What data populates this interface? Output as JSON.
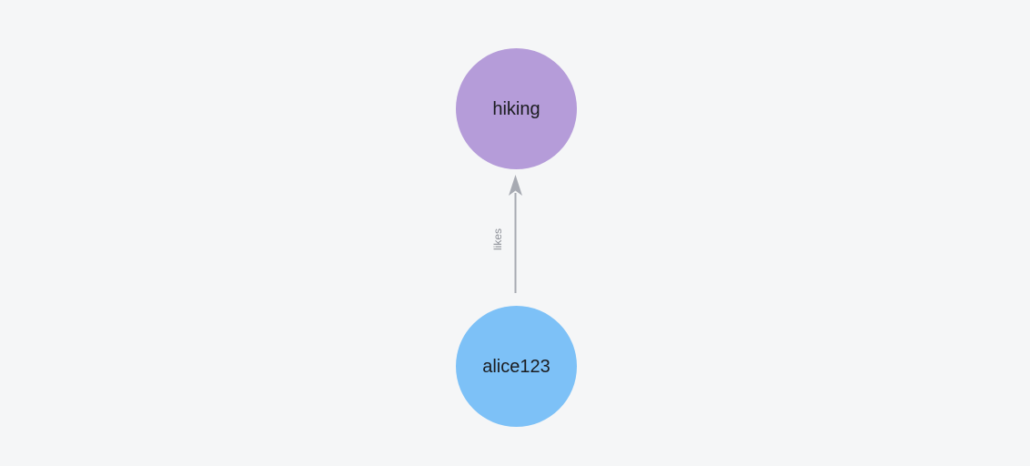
{
  "canvas": {
    "background_color": "#f5f6f7"
  },
  "graph": {
    "nodes": [
      {
        "id": "hiking",
        "label": "hiking",
        "shape": "circle",
        "color": "#b59cd9",
        "text_color": "#1b1c1f"
      },
      {
        "id": "alice123",
        "label": "alice123",
        "shape": "circle",
        "color": "#7dc1f7",
        "text_color": "#1b1c1f"
      }
    ],
    "edge": {
      "from": "alice123",
      "to": "hiking",
      "label": "likes",
      "arrow": "to",
      "color": "#a7aab2",
      "label_color": "#8d9097"
    }
  }
}
